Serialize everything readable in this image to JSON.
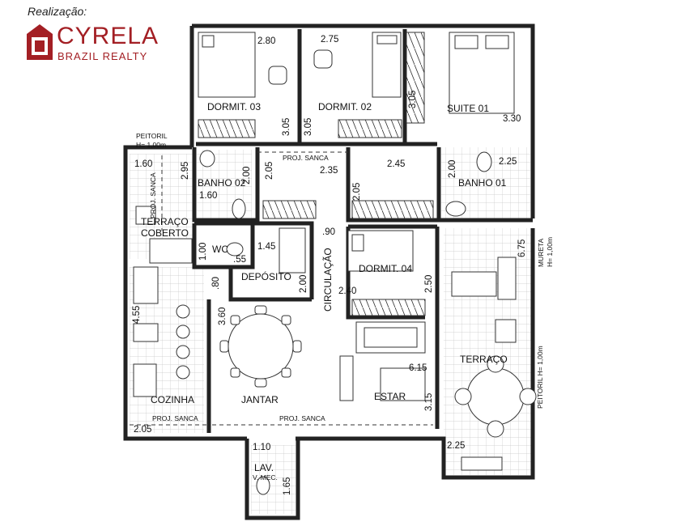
{
  "header": {
    "realizacao": "Realização:",
    "brand_name": "CYRELA",
    "brand_sub": "BRAZIL REALTY",
    "brand_color": "#a31f24"
  },
  "rooms": {
    "dormit03": "DORMIT. 03",
    "dormit02": "DORMIT. 02",
    "suite01": "SUITE 01",
    "banho02": "BANHO 02",
    "banho01": "BANHO 01",
    "terraco_coberto_1": "TERRAÇO",
    "terraco_coberto_2": "COBERTO",
    "wc": "WC",
    "deposito": "DEPÓSITO",
    "circulacao": "CIRCULAÇÃO",
    "dormit04": "DORMIT. 04",
    "jantar": "JANTAR",
    "estar": "ESTAR",
    "cozinha": "COZINHA",
    "terraco": "TERRAÇO",
    "lav_1": "LAV.",
    "lav_2": "V. MEC."
  },
  "notes": {
    "peitoril_top_1": "PEITORIL",
    "peitoril_top_2": "H= 1,00m",
    "mureta_1": "MURETA",
    "mureta_2": "H= 1,00m",
    "peitoril_right": "PEITORIL H= 1,00m",
    "proj_sanca": "PROJ. SANCA",
    "proj_sanca_coz": "PROJ. SANCA",
    "proj_sanca_estar": "PROJ. SANCA",
    "proj_sanca_terr": "PROJ. SANCA"
  },
  "dims": {
    "d280": "2.80",
    "d275": "2.75",
    "d305a": "3.05",
    "d305b": "3.05",
    "d305c": "3.05",
    "d330": "3.30",
    "d160a": "1.60",
    "d295": "2.95",
    "d200a": "2.00",
    "d160b": "1.60",
    "d205a": "2.05",
    "d235": "2.35",
    "d245": "2.45",
    "d205b": "2.05",
    "d200b": "2.00",
    "d225a": "2.25",
    "d675": "6.75",
    "d90": ".90",
    "d145": "1.45",
    "d100": "1.00",
    "d55": ".55",
    "d80": ".80",
    "d200c": "2.00",
    "d240": "2.40",
    "d250": "2.50",
    "d455": "4.55",
    "d360": "3.60",
    "d615": "6.15",
    "d315": "3.15",
    "d205c": "2.05",
    "d225b": "2.25",
    "d110": "1.10",
    "d165": "1.65"
  }
}
